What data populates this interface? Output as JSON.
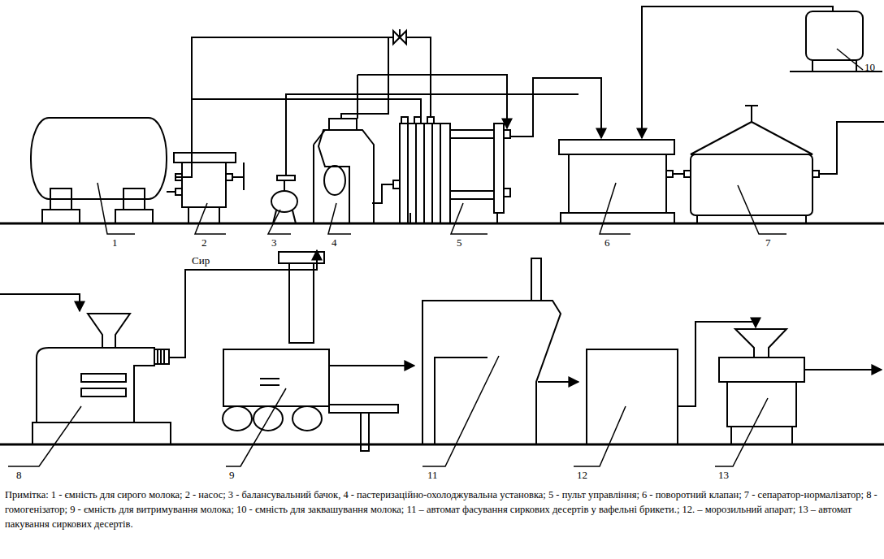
{
  "diagram": {
    "caption": "Примітка: 1 - ємність для сирого молока; 2 - насос; 3 - балансувальний бачок, 4 - пастеризаційно-охолоджувальна установка; 5 - пульт управління; 6 - поворотний клапан; 7 - сепаратор-нормалізатор; 8 - гомогенізатор; 9 - ємність для витримування молока; 10 - ємність для заквашування молока; 11 – автомат фасування сиркових десертів у вафельні брикети.; 12. – морозильний апарат; 13 – автомат пакування сиркових десертів.",
    "labels": [
      "1",
      "2",
      "3",
      "4",
      "5",
      "6",
      "7",
      "8",
      "9",
      "10",
      "11",
      "12",
      "13",
      "Сир"
    ]
  }
}
